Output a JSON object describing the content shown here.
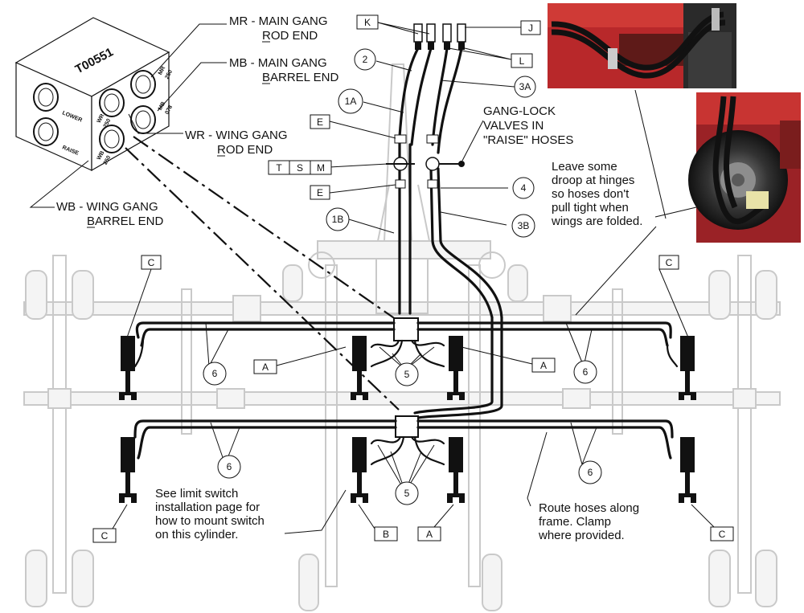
{
  "manifold": {
    "id": "T00551",
    "ports": {
      "mr": "MR",
      "mr_num": "250",
      "mb": "MB",
      "mb_num": "078",
      "wr": "WR",
      "wr_num": "250",
      "wb": "WB",
      "wb_num": "250",
      "lower": "LOWER",
      "raise": "RAISE"
    }
  },
  "port_labels": {
    "mr": [
      "MR - MAIN GANG",
      "ROD END"
    ],
    "mb": [
      "MB - MAIN GANG",
      "BARREL END"
    ],
    "wr": [
      "WR - WING GANG",
      "ROD END"
    ],
    "wb": [
      "WB - WING GANG",
      "BARREL END"
    ]
  },
  "callouts": {
    "K": "K",
    "J": "J",
    "L": "L",
    "E": "E",
    "T": "T",
    "S": "S",
    "M": "M",
    "C": "C",
    "A": "A",
    "B": "B",
    "n2": "2",
    "n3A": "3A",
    "n1A": "1A",
    "n1B": "1B",
    "n3B": "3B",
    "n4": "4",
    "n5": "5",
    "n6": "6"
  },
  "notes": {
    "gang_lock": [
      "GANG-LOCK",
      "VALVES IN",
      "\"RAISE\" HOSES"
    ],
    "droop": [
      "Leave some",
      "droop at hinges",
      "so hoses don't",
      "pull tight when",
      "wings are folded."
    ],
    "limit_switch": [
      "See limit switch",
      "installation page for",
      "how to mount switch",
      "on this cylinder."
    ],
    "route": [
      "Route hoses along",
      "frame. Clamp",
      "where provided."
    ]
  },
  "colors": {
    "photo_red": "#c0282a",
    "hose": "#111111",
    "frame": "#c9c9c9"
  }
}
